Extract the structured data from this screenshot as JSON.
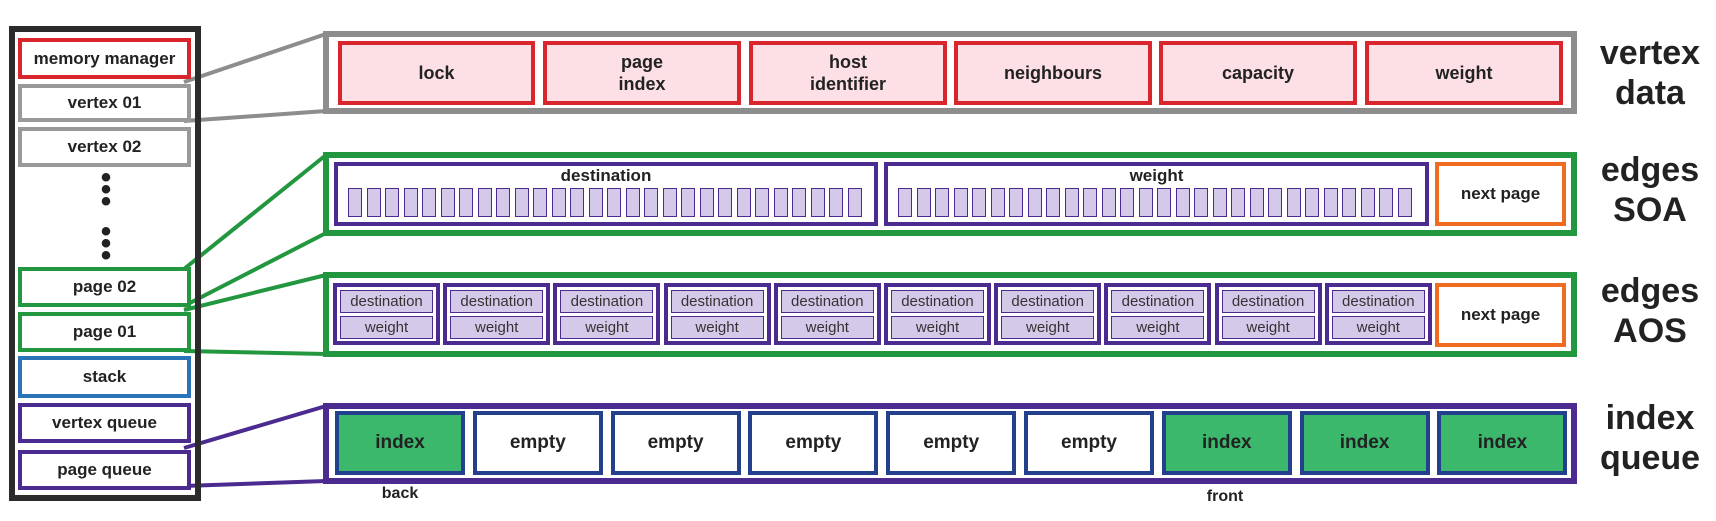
{
  "memory": {
    "items": [
      "memory manager",
      "vertex 01",
      "vertex 02",
      "page 02",
      "page 01",
      "stack",
      "vertex queue",
      "page queue"
    ],
    "dots": [
      "•",
      "•",
      "•"
    ]
  },
  "vertex_data": {
    "fields": [
      "lock",
      "page\nindex",
      "host\nidentifier",
      "neighbours",
      "capacity",
      "weight"
    ],
    "label": "vertex\ndata"
  },
  "edges_soa": {
    "groups": [
      "destination",
      "weight"
    ],
    "next_page": "next page",
    "label": "edges\nSOA"
  },
  "edges_aos": {
    "pair_top": "destination",
    "pair_bottom": "weight",
    "pair_count": 10,
    "next_page": "next page",
    "label": "edges\nAOS"
  },
  "index_queue": {
    "cells": [
      "index",
      "empty",
      "empty",
      "empty",
      "empty",
      "empty",
      "index",
      "index",
      "index"
    ],
    "back_label": "back",
    "front_label": "front",
    "label": "index\nqueue"
  },
  "colors": {
    "vertex_border": "#d9262c",
    "vertex_fill": "#fde0e6",
    "edges_border": "#22973f",
    "purple": "#4b2b8f",
    "slot_fill": "#d5c9ea",
    "next_page_border": "#ef6b22",
    "index_fill": "#3bb86c",
    "queue_cell_border": "#243f8c",
    "stack_border": "#2b74b8",
    "frame_gray": "#8d8d8d"
  }
}
